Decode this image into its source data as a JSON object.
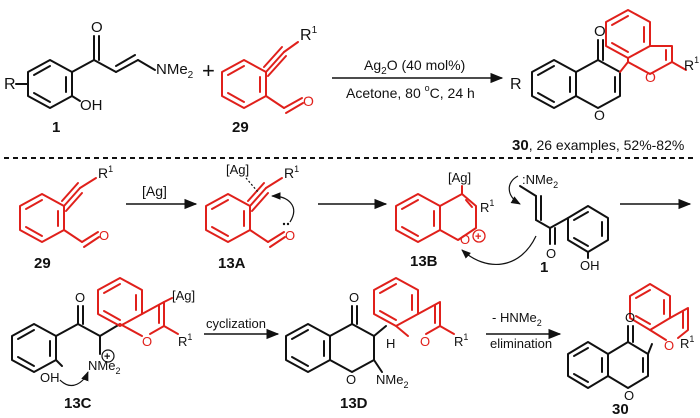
{
  "colors": {
    "highlight": "#e0201b",
    "ink": "#111111"
  },
  "top": {
    "compound_1": {
      "label": "1",
      "r_sub": "R",
      "oh": "OH",
      "nme2": "NMe",
      "nme2_sub": "2"
    },
    "plus": "+",
    "compound_29": {
      "label": "29",
      "r1": "R",
      "r1_sup": "1"
    },
    "reagent": {
      "main": "Ag",
      "sub": "2",
      "rest": "O (40 mol%)"
    },
    "conditions": {
      "solvent": "Acetone, 80 ",
      "deg": "o",
      "rest": "C, 24 h"
    },
    "product": {
      "label": "30",
      "r": "R",
      "r1": "R",
      "r1_sup": "1",
      "summary": ", 26 examples, 52%-82%"
    }
  },
  "mechanism": {
    "step1_reagent": "[Ag]",
    "i29": {
      "label": "29",
      "r1": "R",
      "r1_sup": "1"
    },
    "i13A": {
      "label": "13A",
      "ag": "[Ag]",
      "r1": "R",
      "r1_sup": "1"
    },
    "i13B": {
      "label": "13B",
      "ag": "[Ag]",
      "r1": "R",
      "r1_sup": "1",
      "charge": "+"
    },
    "i1": {
      "label": "1",
      "nme2": "NMe",
      "nme2_sub": "2",
      "oh": "OH"
    },
    "i13C": {
      "label": "13C",
      "ag": "[Ag]",
      "r1": "R",
      "r1_sup": "1",
      "oh": "OH",
      "nme2": "NMe",
      "nme2_sub": "2",
      "charge": "+"
    },
    "step_cyclization": "cyclization",
    "i13D": {
      "label": "13D",
      "h": "H",
      "r1": "R",
      "r1_sup": "1",
      "nme2": "NMe",
      "nme2_sub": "2"
    },
    "step_elimination_top": "- HNMe",
    "step_elimination_top_sub": "2",
    "step_elimination": "elimination",
    "i30": {
      "label": "30",
      "r1": "R",
      "r1_sup": "1"
    }
  }
}
